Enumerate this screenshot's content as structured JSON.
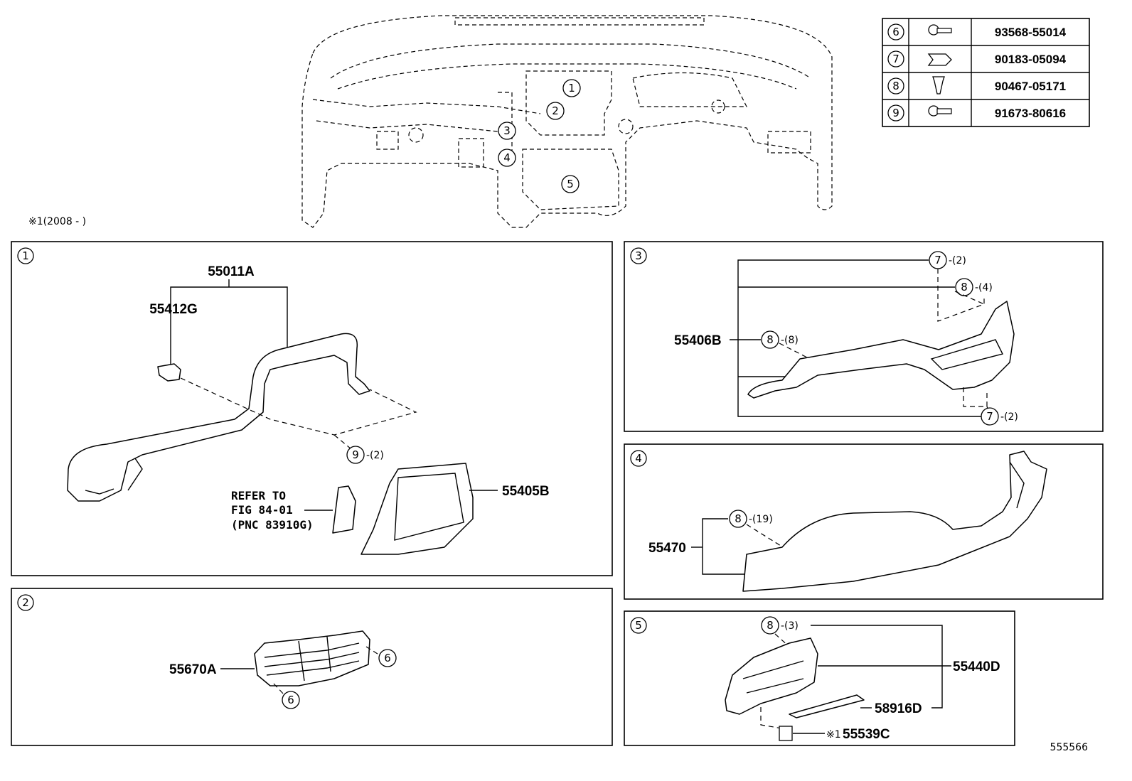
{
  "note_header": "※1(2008 -        )",
  "fastener_table": [
    {
      "key": "6",
      "part_no": "93568-55014",
      "icon": "bolt-icon"
    },
    {
      "key": "7",
      "part_no": "90183-05094",
      "icon": "clip-icon"
    },
    {
      "key": "8",
      "part_no": "90467-05171",
      "icon": "push-clip-icon"
    },
    {
      "key": "9",
      "part_no": "91673-80616",
      "icon": "screw-icon"
    }
  ],
  "overview_callouts": [
    "1",
    "2",
    "3",
    "4",
    "5"
  ],
  "panels": {
    "p1": {
      "key": "1",
      "part_main": "55011A",
      "part_sub": "55412G",
      "fastener": "9",
      "fastener_qty": "-(2)",
      "refer_l1": "REFER TO",
      "refer_l2": "FIG 84-01",
      "refer_l3": "(PNC 83910G)",
      "part_screen": "55405B"
    },
    "p2": {
      "key": "2",
      "part_main": "55670A",
      "fastener_a": "6",
      "fastener_b": "6"
    },
    "p3": {
      "key": "3",
      "part_main": "55406B",
      "f_top": "7",
      "f_top_qty": "-(2)",
      "f_mid": "8",
      "f_mid_qty": "-(4)",
      "f_left": "8",
      "f_left_qty": "-(8)",
      "f_bot": "7",
      "f_bot_qty": "-(2)"
    },
    "p4": {
      "key": "4",
      "part_main": "55470",
      "fastener": "8",
      "fastener_qty": "-(19)"
    },
    "p5": {
      "key": "5",
      "fastener": "8",
      "fastener_qty": "-(3)",
      "part_a": "55440D",
      "part_b": "58916D",
      "part_c_mark": "※1",
      "part_c": "55539C"
    }
  },
  "diagram_id": "555566"
}
